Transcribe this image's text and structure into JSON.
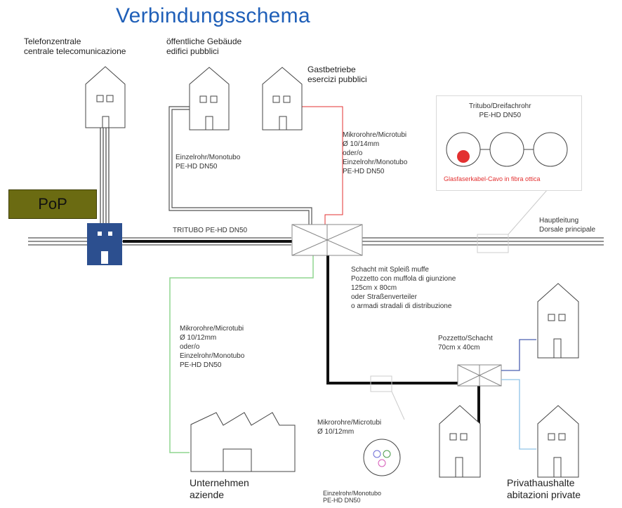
{
  "title": "Verbindungsschema",
  "pop_label": "PoP",
  "buildings": {
    "telefonzentrale": [
      "Telefonzentrale",
      "centrale telecomunicazione"
    ],
    "oeffentlich": [
      "öffentliche Gebäude",
      "edifici pubblici"
    ],
    "gastbetriebe": [
      "Gastbetriebe",
      "esercizi pubblici"
    ],
    "unternehmen": [
      "Unternehmen",
      "aziende"
    ],
    "privathaushalte": [
      "Privathaushalte",
      "abitazioni private"
    ]
  },
  "labels": {
    "tritubo_main": "TRITUBO PE-HD DN50",
    "hauptleitung": [
      "Hauptleitung",
      "Dorsale principale"
    ],
    "einzelrohr_left": [
      "Einzelrohr/Monotubo",
      "PE-HD DN50"
    ],
    "mikrorohre_1014": [
      "Mikrorohre/Microtubi",
      "Ø 10/14mm",
      "oder/o",
      "Einzelrohr/Monotubo",
      "PE-HD DN50"
    ],
    "schacht": [
      "Schacht mit Spleiß muffe",
      "Pozzetto con muffola di giunzione",
      "125cm x 80cm",
      "oder Straßenverteiler",
      "o armadi stradali di distribuzione"
    ],
    "mikrorohre_1012": [
      "Mikrorohre/Microtubi",
      "Ø 10/12mm",
      "oder/o",
      "Einzelrohr/Monotubo",
      "PE-HD DN50"
    ],
    "pozzetto": [
      "Pozzetto/Schacht",
      "70cm x 40cm"
    ],
    "mikrorohre_bottom": [
      "Mikrorohre/Microtubi",
      "Ø 10/12mm"
    ],
    "einzelrohr_bottom": [
      "Einzelrohr/Monotubo",
      "PE-HD DN50"
    ]
  },
  "tritubo_box": {
    "title": [
      "Tritubo/Dreifachrohr",
      "PE-HD DN50"
    ],
    "cable_label": "Glasfaserkabel-Cavo in fibra ottica"
  },
  "colors": {
    "title": "#1f5fb8",
    "pop": "#6b6b12",
    "central_node": "#2c4f8f",
    "fiber_red": "#e33030",
    "green_line": "#8fd68f",
    "blue_line": "#4a5fb0",
    "light_blue_line": "#8fc4e8"
  }
}
